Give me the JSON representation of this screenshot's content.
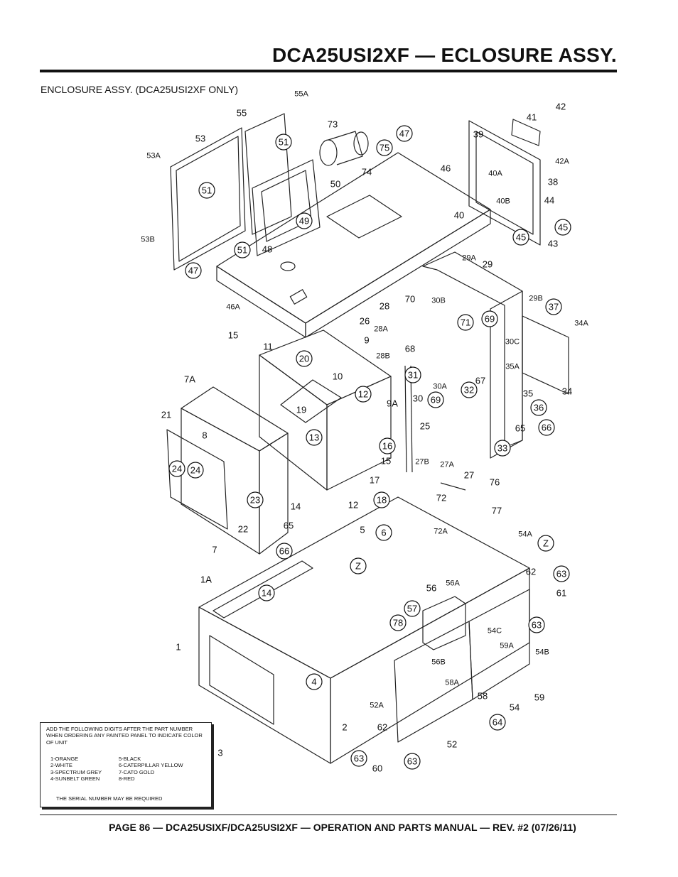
{
  "header": {
    "title": "DCA25USI2XF — ECLOSURE ASSY.",
    "subtitle": "ENCLOSURE ASSY. (DCA25USI2XF ONLY)"
  },
  "diagram": {
    "callouts": [
      {
        "label": "55A"
      },
      {
        "label": "55"
      },
      {
        "label": "73"
      },
      {
        "label": "53"
      },
      {
        "label": "51",
        "circled": true
      },
      {
        "label": "47",
        "circled": true
      },
      {
        "label": "75",
        "circled": true
      },
      {
        "label": "53A"
      },
      {
        "label": "74"
      },
      {
        "label": "46"
      },
      {
        "label": "51",
        "circled": true
      },
      {
        "label": "50"
      },
      {
        "label": "49",
        "circled": true
      },
      {
        "label": "53B"
      },
      {
        "label": "51",
        "circled": true
      },
      {
        "label": "48"
      },
      {
        "label": "47",
        "circled": true
      },
      {
        "label": "46A"
      },
      {
        "label": "42"
      },
      {
        "label": "41"
      },
      {
        "label": "39"
      },
      {
        "label": "42A"
      },
      {
        "label": "40A"
      },
      {
        "label": "38"
      },
      {
        "label": "40B"
      },
      {
        "label": "44"
      },
      {
        "label": "40"
      },
      {
        "label": "45",
        "circled": true
      },
      {
        "label": "45",
        "circled": true
      },
      {
        "label": "43"
      },
      {
        "label": "29A"
      },
      {
        "label": "29"
      },
      {
        "label": "28"
      },
      {
        "label": "70"
      },
      {
        "label": "30B"
      },
      {
        "label": "29B"
      },
      {
        "label": "37",
        "circled": true
      },
      {
        "label": "28A"
      },
      {
        "label": "71",
        "circled": true
      },
      {
        "label": "69",
        "circled": true
      },
      {
        "label": "34A"
      },
      {
        "label": "26"
      },
      {
        "label": "15"
      },
      {
        "label": "11"
      },
      {
        "label": "9"
      },
      {
        "label": "28B"
      },
      {
        "label": "68"
      },
      {
        "label": "30C"
      },
      {
        "label": "35A"
      },
      {
        "label": "20",
        "circled": true
      },
      {
        "label": "10"
      },
      {
        "label": "31",
        "circled": true
      },
      {
        "label": "30A"
      },
      {
        "label": "32",
        "circled": true
      },
      {
        "label": "67"
      },
      {
        "label": "35"
      },
      {
        "label": "34"
      },
      {
        "label": "7A"
      },
      {
        "label": "12",
        "circled": true
      },
      {
        "label": "9A"
      },
      {
        "label": "30"
      },
      {
        "label": "69",
        "circled": true
      },
      {
        "label": "36",
        "circled": true
      },
      {
        "label": "19"
      },
      {
        "label": "21"
      },
      {
        "label": "8"
      },
      {
        "label": "13",
        "circled": true
      },
      {
        "label": "25"
      },
      {
        "label": "65"
      },
      {
        "label": "66",
        "circled": true
      },
      {
        "label": "16",
        "circled": true
      },
      {
        "label": "15"
      },
      {
        "label": "33",
        "circled": true
      },
      {
        "label": "24",
        "circled": true
      },
      {
        "label": "24",
        "circled": true
      },
      {
        "label": "27B"
      },
      {
        "label": "27A"
      },
      {
        "label": "27"
      },
      {
        "label": "17"
      },
      {
        "label": "76"
      },
      {
        "label": "23",
        "circled": true
      },
      {
        "label": "14"
      },
      {
        "label": "18",
        "circled": true
      },
      {
        "label": "72"
      },
      {
        "label": "12"
      },
      {
        "label": "77"
      },
      {
        "label": "22"
      },
      {
        "label": "65"
      },
      {
        "label": "5"
      },
      {
        "label": "6",
        "circled": true
      },
      {
        "label": "72A"
      },
      {
        "label": "Z",
        "circled": true
      },
      {
        "label": "7"
      },
      {
        "label": "66",
        "circled": true
      },
      {
        "label": "54A"
      },
      {
        "label": "Z",
        "circled": true
      },
      {
        "label": "62"
      },
      {
        "label": "63",
        "circled": true
      },
      {
        "label": "61"
      },
      {
        "label": "1A"
      },
      {
        "label": "14",
        "circled": true
      },
      {
        "label": "56"
      },
      {
        "label": "56A"
      },
      {
        "label": "57",
        "circled": true
      },
      {
        "label": "63",
        "circled": true
      },
      {
        "label": "78",
        "circled": true
      },
      {
        "label": "54C"
      },
      {
        "label": "1"
      },
      {
        "label": "59A"
      },
      {
        "label": "54B"
      },
      {
        "label": "56B"
      },
      {
        "label": "4",
        "circled": true
      },
      {
        "label": "58A"
      },
      {
        "label": "58"
      },
      {
        "label": "59"
      },
      {
        "label": "52A"
      },
      {
        "label": "54"
      },
      {
        "label": "2"
      },
      {
        "label": "62"
      },
      {
        "label": "64",
        "circled": true
      },
      {
        "label": "3"
      },
      {
        "label": "52"
      },
      {
        "label": "63",
        "circled": true
      },
      {
        "label": "60"
      },
      {
        "label": "63",
        "circled": true
      }
    ]
  },
  "note": {
    "heading": "ADD THE FOLLOWING DIGITS AFTER THE PART NUMBER WHEN ORDERING ANY PAINTED PANEL TO INDICATE COLOR OF UNIT",
    "colors_left": [
      "1-ORANGE",
      "2-WHITE",
      "3-SPECTRUM GREY",
      "4-SUNBELT GREEN"
    ],
    "colors_right": [
      "5-BLACK",
      "6-CATERPILLAR YELLOW",
      "7-CATO GOLD",
      "8-RED"
    ],
    "serial": "THE SERIAL NUMBER MAY BE REQUIRED"
  },
  "footer": {
    "text": "PAGE 86 — DCA25USIXF/DCA25USI2XF — OPERATION AND PARTS MANUAL — REV. #2 (07/26/11)"
  }
}
